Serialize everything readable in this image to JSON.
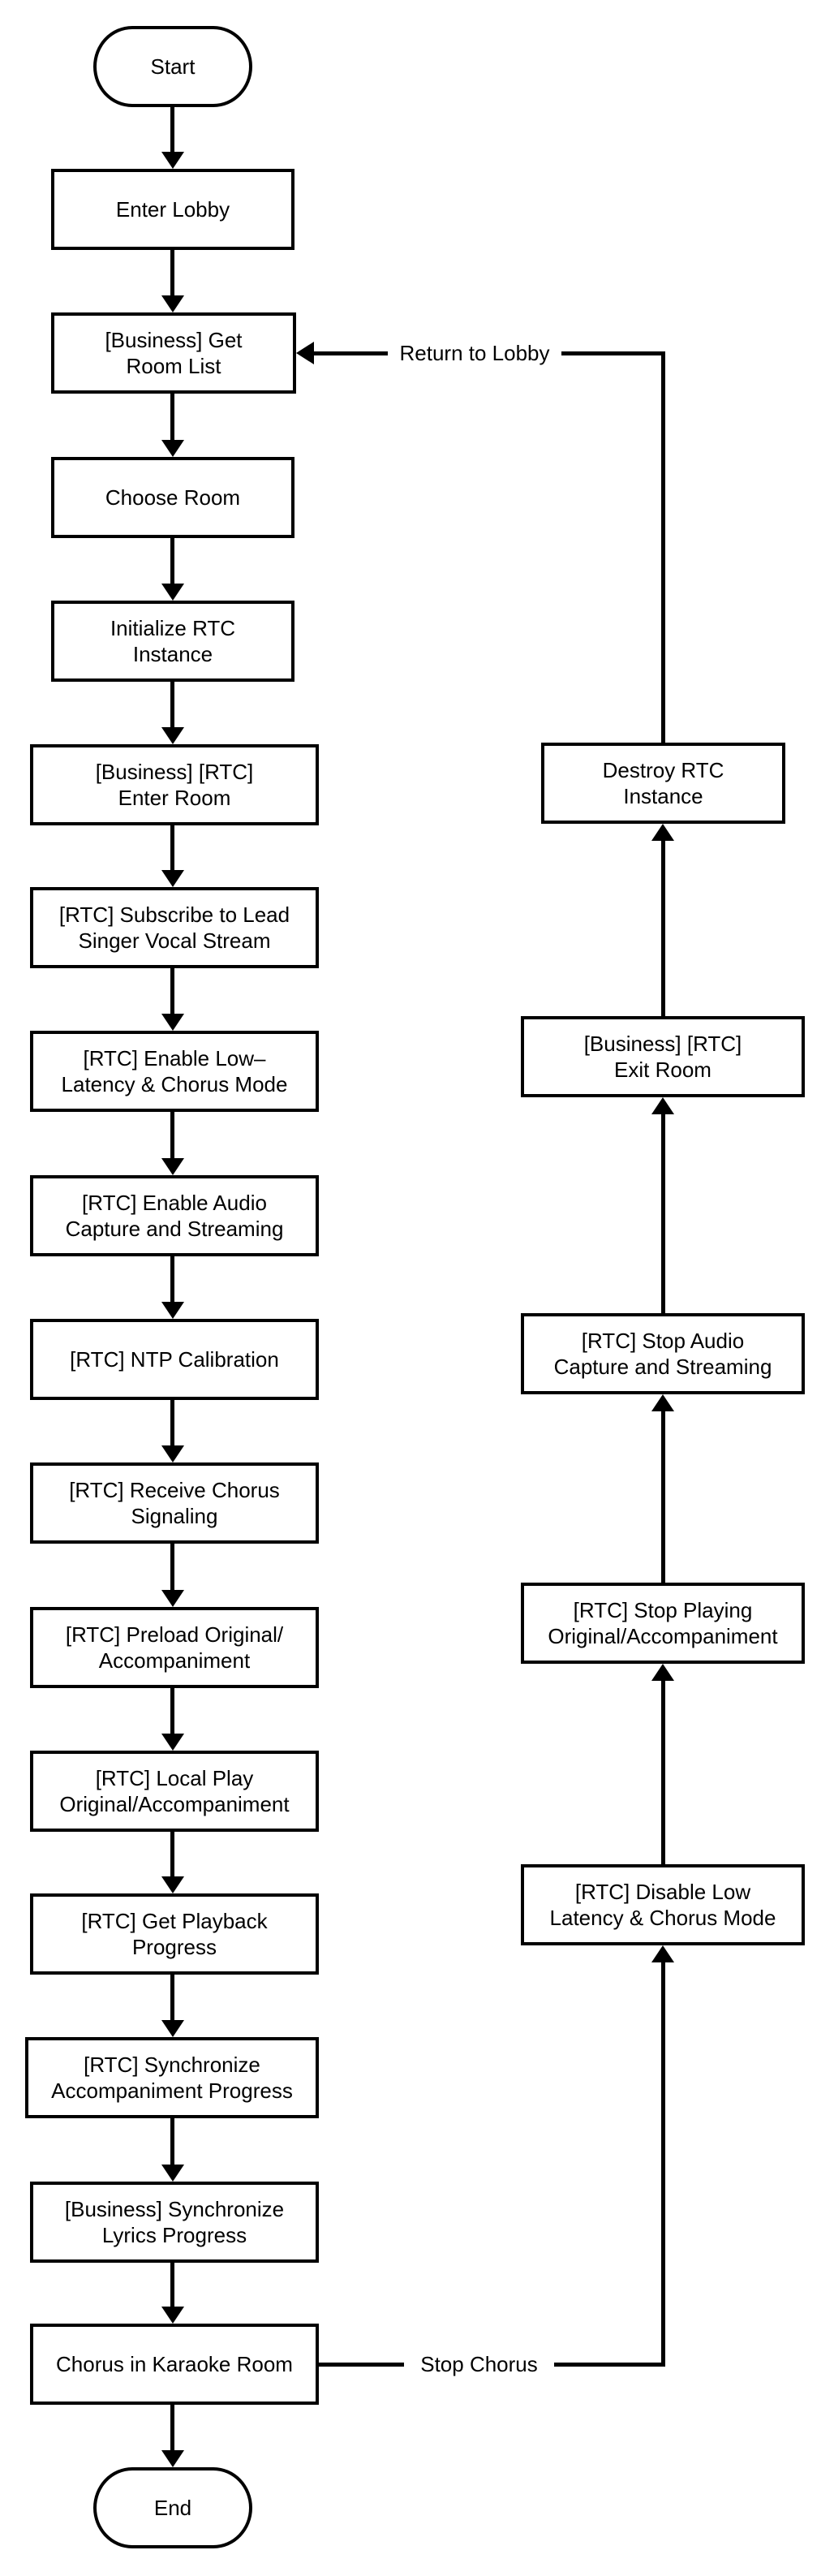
{
  "diagram_type": "flowchart",
  "colors": {
    "stroke": "#000000",
    "fill": "#ffffff",
    "text": "#000000",
    "background": "#ffffff"
  },
  "nodes": {
    "start": {
      "label": "Start",
      "shape": "stadium"
    },
    "enter_lobby": {
      "label": "Enter Lobby",
      "shape": "rect"
    },
    "get_room_list": {
      "label": "[Business] Get\nRoom List",
      "shape": "rect"
    },
    "choose_room": {
      "label": "Choose Room",
      "shape": "rect"
    },
    "init_rtc": {
      "label": "Initialize RTC\nInstance",
      "shape": "rect"
    },
    "enter_room": {
      "label": "[Business] [RTC]\nEnter Room",
      "shape": "rect"
    },
    "subscribe_lead": {
      "label": "[RTC] Subscribe to Lead\nSinger Vocal Stream",
      "shape": "rect"
    },
    "enable_low_latency": {
      "label": "[RTC] Enable Low–\nLatency & Chorus Mode",
      "shape": "rect"
    },
    "enable_audio": {
      "label": "[RTC] Enable Audio\nCapture and Streaming",
      "shape": "rect"
    },
    "ntp_calibration": {
      "label": "[RTC] NTP Calibration",
      "shape": "rect"
    },
    "receive_chorus": {
      "label": "[RTC] Receive Chorus\nSignaling",
      "shape": "rect"
    },
    "preload": {
      "label": "[RTC] Preload Original/\nAccompaniment",
      "shape": "rect"
    },
    "local_play": {
      "label": "[RTC] Local Play\nOriginal/Accompaniment",
      "shape": "rect"
    },
    "get_playback": {
      "label": "[RTC] Get Playback\nProgress",
      "shape": "rect"
    },
    "sync_accompaniment": {
      "label": "[RTC] Synchronize\nAccompaniment Progress",
      "shape": "rect"
    },
    "sync_lyrics": {
      "label": "[Business] Synchronize\nLyrics Progress",
      "shape": "rect"
    },
    "chorus_room": {
      "label": "Chorus in Karaoke Room",
      "shape": "rect"
    },
    "end": {
      "label": "End",
      "shape": "stadium"
    },
    "destroy_rtc": {
      "label": "Destroy RTC\nInstance",
      "shape": "rect"
    },
    "exit_room": {
      "label": "[Business] [RTC]\nExit Room",
      "shape": "rect"
    },
    "stop_audio": {
      "label": "[RTC] Stop Audio\nCapture and Streaming",
      "shape": "rect"
    },
    "stop_playing": {
      "label": "[RTC] Stop Playing\nOriginal/Accompaniment",
      "shape": "rect"
    },
    "disable_low_latency": {
      "label": "[RTC] Disable Low\nLatency & Chorus Mode",
      "shape": "rect"
    }
  },
  "edge_labels": {
    "return_to_lobby": "Return to Lobby",
    "stop_chorus": "Stop Chorus"
  }
}
